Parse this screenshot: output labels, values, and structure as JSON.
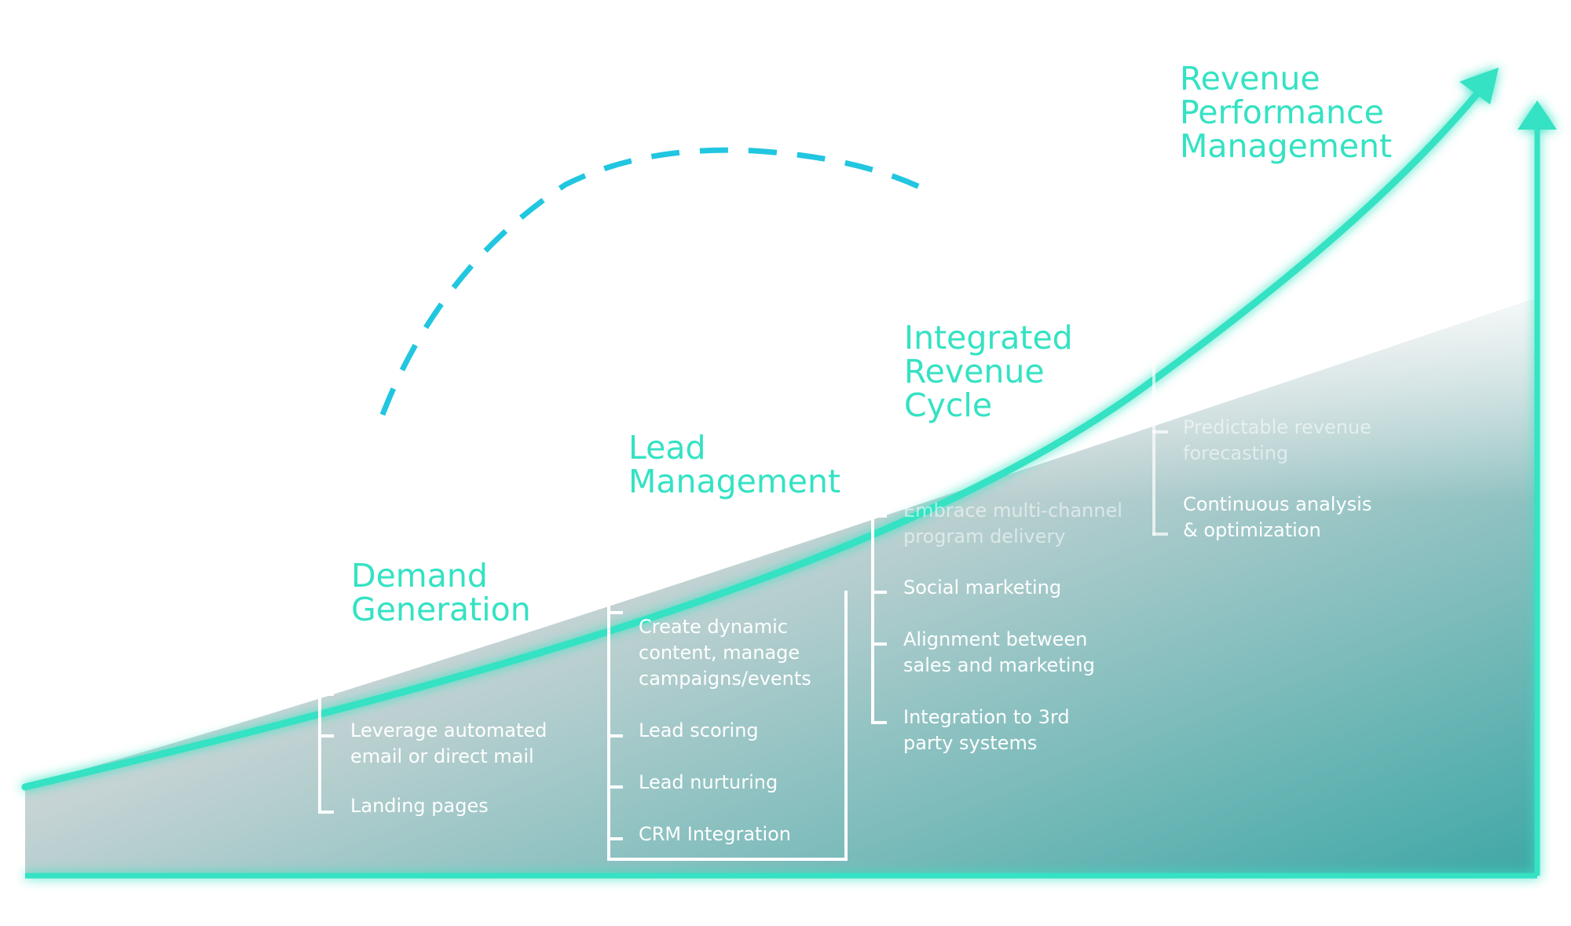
{
  "colors": {
    "accent": "#34e2c3",
    "dashed_arc": "#21c6e0",
    "bullet_text": "#ffffff",
    "shade_dark": "#3fa8a6",
    "shade_light": "#e4e6e6"
  },
  "stages": [
    {
      "title_line1": "Demand",
      "title_line2": "Generation",
      "bullets": [
        {
          "line1": "Leverage automated",
          "line2": "email or direct mail"
        },
        {
          "line1": "Landing pages"
        }
      ]
    },
    {
      "title_line1": "Lead",
      "title_line2": "Management",
      "bullets": [
        {
          "line1": "Create dynamic",
          "line2": "content, manage",
          "line3": "campaigns/events"
        },
        {
          "line1": "Lead scoring"
        },
        {
          "line1": "Lead nurturing"
        },
        {
          "line1": "CRM Integration"
        }
      ]
    },
    {
      "title_line1": "Integrated",
      "title_line2": "Revenue",
      "title_line3": "Cycle",
      "bullets": [
        {
          "line1": "Embrace multi-channel",
          "line2": "program delivery"
        },
        {
          "line1": "Social marketing"
        },
        {
          "line1": "Alignment between",
          "line2": "sales and marketing"
        },
        {
          "line1": "Integration to 3rd",
          "line2": "party systems"
        }
      ]
    },
    {
      "title_line1": "Revenue",
      "title_line2": "Performance",
      "title_line3": "Management",
      "bullets": [
        {
          "line1": "Predictable revenue",
          "line2": "forecasting"
        },
        {
          "line1": "Continuous analysis",
          "line2": "& optimization"
        }
      ]
    }
  ]
}
